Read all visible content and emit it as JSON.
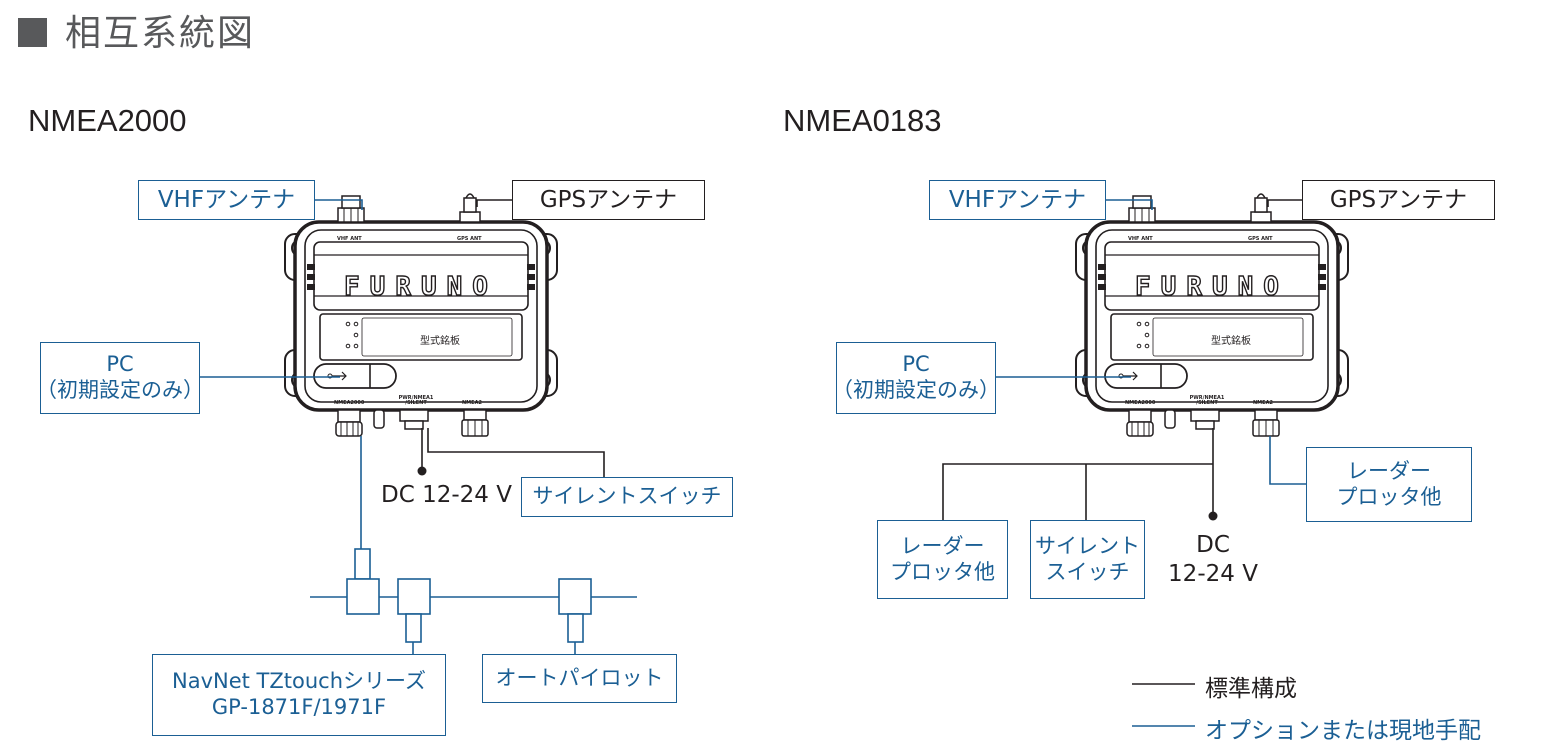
{
  "title": "相互系統図",
  "colors": {
    "standard": "#231f20",
    "option": "#1b5f94"
  },
  "left": {
    "heading": "NMEA2000",
    "vhf": "VHFアンテナ",
    "gps": "GPSアンテナ",
    "pc": [
      "PC",
      "（初期設定のみ）"
    ],
    "dc": "DC 12-24 V",
    "silent": "サイレントスイッチ",
    "navnet": [
      "NavNet TZtouchシリーズ",
      "GP-1871F/1971F"
    ],
    "autopilot": "オートパイロット"
  },
  "right": {
    "heading": "NMEA0183",
    "vhf": "VHFアンテナ",
    "gps": "GPSアンテナ",
    "pc": [
      "PC",
      "（初期設定のみ）"
    ],
    "radar_right": [
      "レーダー",
      "プロッタ他"
    ],
    "radar_left": [
      "レーダー",
      "プロッタ他"
    ],
    "silent": [
      "サイレント",
      "スイッチ"
    ],
    "dc": [
      "DC",
      "12-24 V"
    ]
  },
  "device": {
    "brand": "FURUNO",
    "nameplate": "型式銘板",
    "port_vhf": "VHF ANT",
    "port_gps": "GPS ANT",
    "port_nmea2000": "NMEA2000",
    "port_power": "PWR/NMEA1 /SILENT",
    "port_nmea2": "NMEA2"
  },
  "legend": {
    "standard": "標準構成",
    "option": "オプションまたは現地手配"
  }
}
